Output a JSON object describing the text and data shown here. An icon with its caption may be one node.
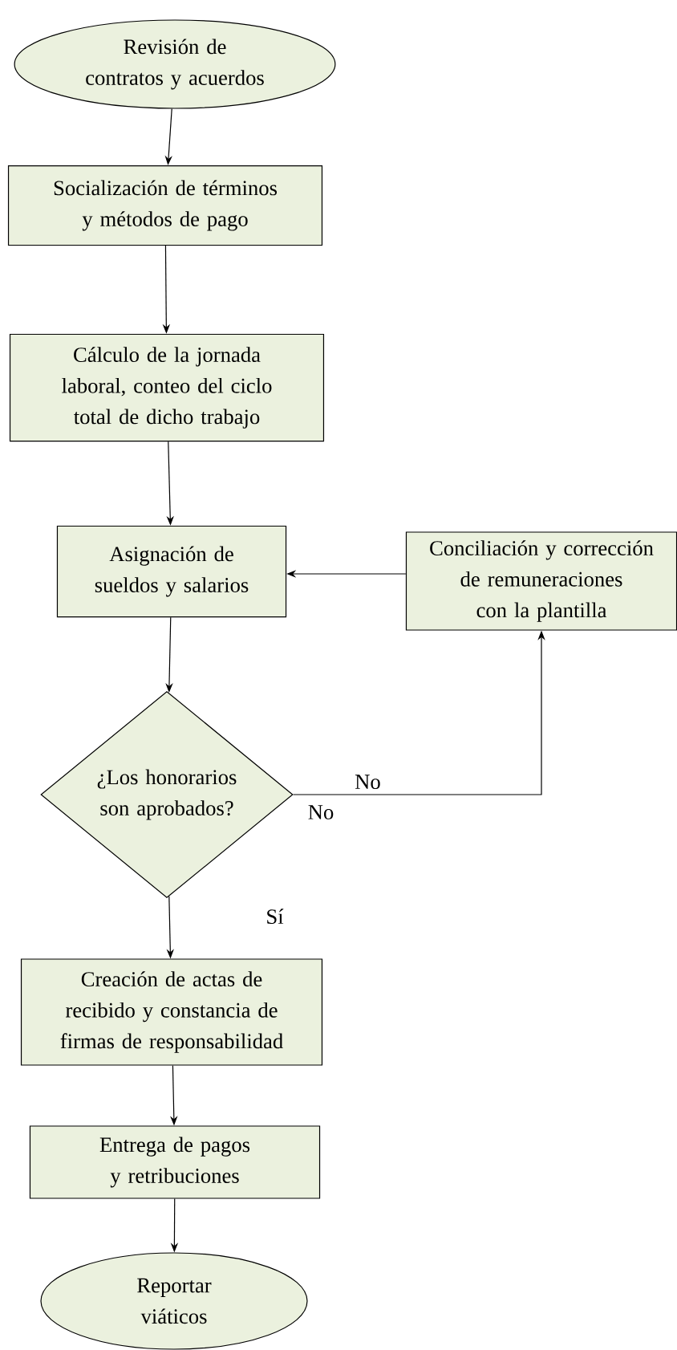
{
  "diagram": {
    "nodes": [
      {
        "text": [
          "Revisión de contratos y acuerdos"
        ]
      },
      {
        "text": [
          "Socialización de términos y métodos de pago"
        ]
      },
      {
        "text": [
          "Cálculo de la jornada laboral, conteo del ciclo total de dicho trabajo"
        ]
      },
      {
        "text": [
          "Asignación de sueldos y salarios"
        ]
      },
      {
        "text": [
          "Conciliación y corrección de remuneraciones con la plantilla"
        ]
      },
      {
        "text": [
          "¿Los honorarios son aprobados?"
        ]
      },
      {
        "text": [
          "Creación de actas de recibido y constancia de firmas de responsabilidad"
        ]
      },
      {
        "text": [
          "Entrega de pagos y retribuciones"
        ]
      },
      {
        "text": [
          "Reportar viáticos"
        ]
      }
    ],
    "edges": [
      {
        "from": 0,
        "to": 1,
        "arrow": "to"
      },
      {
        "from": 1,
        "to": 2,
        "arrow": "to"
      },
      {
        "from": 2,
        "to": 3,
        "arrow": "to"
      },
      {
        "from": 3,
        "to": 5,
        "arrow": "to"
      },
      {
        "from": 5,
        "to": 4,
        "arrow": "to",
        "label": "No"
      },
      {
        "from": 4,
        "to": 3,
        "arrow": "to"
      },
      {
        "from": 5,
        "to": 6,
        "arrow": "to",
        "label": "Sí"
      },
      {
        "from": 6,
        "to": 7,
        "arrow": "to"
      },
      {
        "from": 7,
        "to": 8,
        "arrow": "to"
      }
    ],
    "labels": [
      "No"
    ]
  }
}
